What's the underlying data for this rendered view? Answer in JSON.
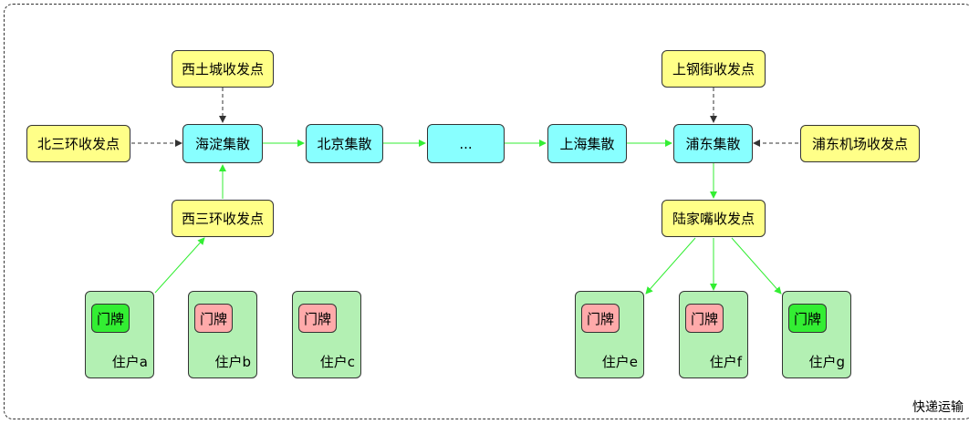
{
  "caption": "快递运输",
  "nodes": {
    "beisanhuan": "北三环收发点",
    "xitucheng": "西土城收发点",
    "xisanhuan": "西三环收发点",
    "haidian": "海淀集散",
    "beijing": "北京集散",
    "ellipsis": "...",
    "shanghai": "上海集散",
    "pudong": "浦东集散",
    "shanggangjie": "上钢街收发点",
    "pudongjichang": "浦东机场收发点",
    "lujiazui": "陆家嘴收发点"
  },
  "households": [
    {
      "plate": "门牌",
      "resident": "住户a",
      "plate_color": "#33ee33"
    },
    {
      "plate": "门牌",
      "resident": "住户b",
      "plate_color": "#ffaaaa"
    },
    {
      "plate": "门牌",
      "resident": "住户c",
      "plate_color": "#ffaaaa"
    },
    {
      "plate": "门牌",
      "resident": "住户e",
      "plate_color": "#ffaaaa"
    },
    {
      "plate": "门牌",
      "resident": "住户f",
      "plate_color": "#ffaaaa"
    },
    {
      "plate": "门牌",
      "resident": "住户g",
      "plate_color": "#33ee33"
    }
  ],
  "colors": {
    "green_edge": "#33ee33",
    "dark_edge": "#333333"
  }
}
